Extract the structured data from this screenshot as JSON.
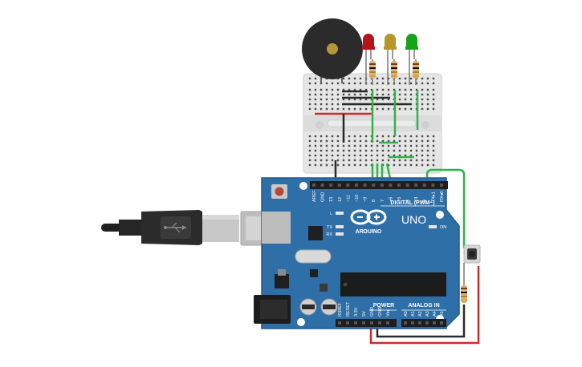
{
  "board": {
    "brand": "ARDUINO",
    "model": "UNO",
    "digital_header": "DIGITAL (PWM~)",
    "power_header": "POWER",
    "analog_header": "ANALOG IN",
    "led_on": "ON",
    "led_l": "L",
    "led_tx": "TX",
    "led_rx": "RX",
    "digital_pins": [
      "AREF",
      "GND",
      "13",
      "12",
      "~11",
      "~10",
      "~9",
      "8",
      "7",
      "~6",
      "~5",
      "4",
      "~3",
      "2",
      "TX▸1",
      "RX◂0"
    ],
    "power_pins": [
      "IOREF",
      "RESET",
      "3.3V",
      "5V",
      "GND",
      "GND",
      "Vin"
    ],
    "analog_pins": [
      "A0",
      "A1",
      "A2",
      "A3",
      "A4",
      "A5"
    ]
  },
  "components": {
    "buzzer": "buzzer",
    "leds": [
      {
        "color_name": "red",
        "color": "#b5141b"
      },
      {
        "color_name": "yellow",
        "color": "#b8972a"
      },
      {
        "color_name": "green",
        "color": "#17a318"
      }
    ],
    "pushbutton": "pushbutton",
    "usb_cable": "usb-b-cable",
    "breadboard": "mini-breadboard"
  },
  "colors": {
    "board_blue": "#2f6fa8",
    "board_dark": "#1f5584",
    "wire_green": "#2fb34a",
    "wire_red": "#cf2a2a",
    "wire_black": "#2a2a2a",
    "breadboard": "#e9e9e9"
  }
}
